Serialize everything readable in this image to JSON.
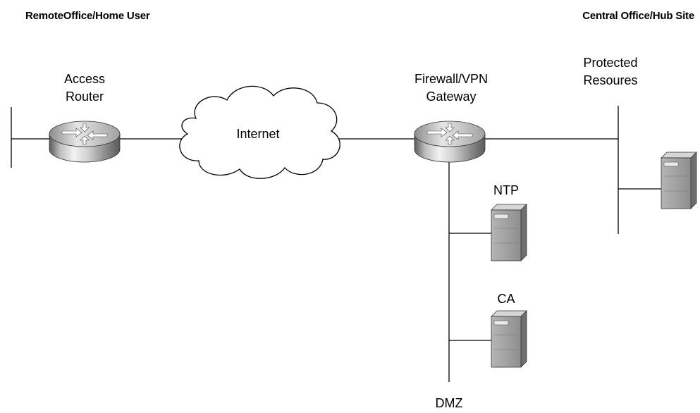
{
  "headers": {
    "left": "RemoteOffice/Home User",
    "right": "Central Office/Hub Site"
  },
  "nodes": {
    "access_router": {
      "line1": "Access",
      "line2": "Router"
    },
    "internet": {
      "label": "Internet"
    },
    "firewall": {
      "line1": "Firewall/VPN",
      "line2": "Gateway"
    },
    "protected": {
      "line1": "Protected",
      "line2": "Resoures"
    },
    "ntp": {
      "label": "NTP"
    },
    "ca": {
      "label": "CA"
    },
    "dmz": {
      "label": "DMZ"
    }
  },
  "icons": {
    "router": "router-icon",
    "cloud": "cloud-icon",
    "server": "server-icon"
  },
  "colors": {
    "router_light": "#e8e8e8",
    "router_dark": "#6e6e6e",
    "server_body": "#9a9a9a",
    "line": "#000000"
  }
}
